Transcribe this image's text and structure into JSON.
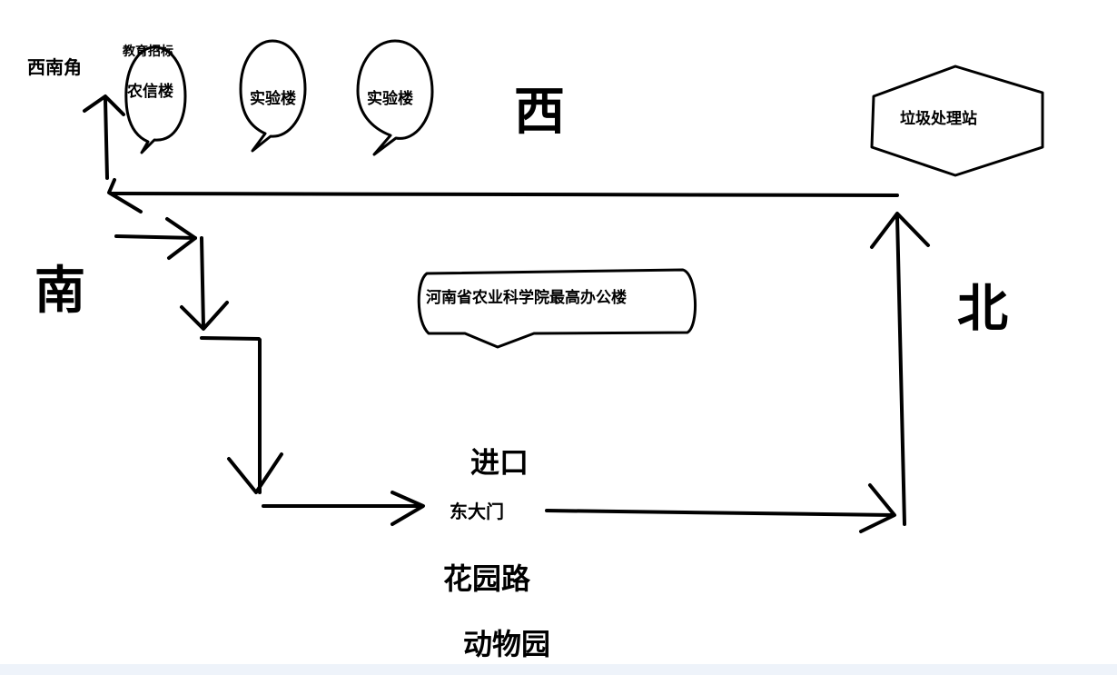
{
  "compass": {
    "west": "西",
    "south": "南",
    "north": "北",
    "southwest_corner": "西南角"
  },
  "buildings": {
    "education_label": "教育招标",
    "nongxin": "农信楼",
    "lab_1": "实验楼",
    "lab_2": "实验楼",
    "waste_station": "垃圾处理站",
    "main_office": "河南省农业科学院最高办公楼"
  },
  "roads": {
    "entrance": "进口",
    "east_gate": "东大门",
    "garden_road": "花园路",
    "zoo": "动物园"
  }
}
